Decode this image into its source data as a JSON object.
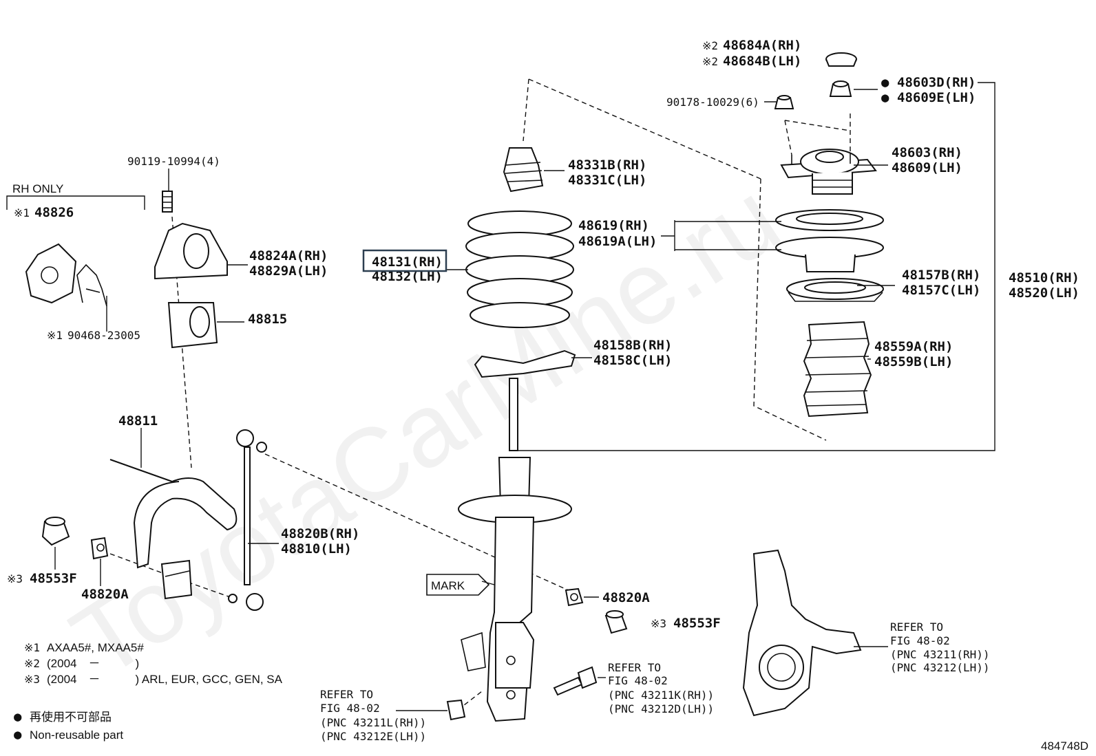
{
  "watermark": "ToyotaCarMine.ru",
  "figure_code": "484748D",
  "callouts": {
    "c_48684": {
      "mark": "※2",
      "lines": [
        "48684A(RH)",
        "48684B(LH)"
      ]
    },
    "c_48603D": {
      "mark": "●",
      "lines": [
        "48603D(RH)",
        "48609E(LH)"
      ]
    },
    "c_90178": {
      "mark": "",
      "lines": [
        "90178-10029(6)"
      ]
    },
    "c_48603": {
      "mark": "",
      "lines": [
        "48603(RH)",
        "48609(LH)"
      ]
    },
    "c_48331": {
      "mark": "",
      "lines": [
        "48331B(RH)",
        "48331C(LH)"
      ]
    },
    "c_48619": {
      "mark": "",
      "lines": [
        "48619(RH)",
        "48619A(LH)"
      ]
    },
    "c_48131": {
      "mark": "",
      "lines": [
        "48131(RH)",
        "48132(LH)"
      ],
      "highlighted": true
    },
    "c_48157": {
      "mark": "",
      "lines": [
        "48157B(RH)",
        "48157C(LH)"
      ]
    },
    "c_48510": {
      "mark": "",
      "lines": [
        "48510(RH)",
        "48520(LH)"
      ]
    },
    "c_48158": {
      "mark": "",
      "lines": [
        "48158B(RH)",
        "48158C(LH)"
      ]
    },
    "c_48559": {
      "mark": "",
      "lines": [
        "48559A(RH)",
        "48559B(LH)"
      ]
    },
    "c_90119": {
      "mark": "",
      "lines": [
        "90119-10994(4)"
      ]
    },
    "c_48824": {
      "mark": "",
      "lines": [
        "48824A(RH)",
        "48829A(LH)"
      ]
    },
    "c_48815": {
      "mark": "",
      "lines": [
        "48815"
      ]
    },
    "c_48811": {
      "mark": "",
      "lines": [
        "48811"
      ]
    },
    "c_48820B": {
      "mark": "",
      "lines": [
        "48820B(RH)",
        "48810(LH)"
      ]
    },
    "c_48553F_left": {
      "mark": "※3",
      "lines": [
        "48553F"
      ]
    },
    "c_48820A_left": {
      "mark": "",
      "lines": [
        "48820A"
      ]
    },
    "c_48820A_right": {
      "mark": "",
      "lines": [
        "48820A"
      ]
    },
    "c_48553F_right": {
      "mark": "※3",
      "lines": [
        "48553F"
      ]
    },
    "c_48826": {
      "mark": "※1",
      "lines": [
        "48826"
      ]
    },
    "c_90468": {
      "mark": "※1",
      "lines": [
        "90468-23005"
      ]
    }
  },
  "group_label": "RH ONLY",
  "mark_tag": "MARK",
  "refs": {
    "ref_knuckle": [
      "REFER TO",
      "FIG 48-02",
      "(PNC 43211(RH))",
      "(PNC 43212(LH))"
    ],
    "ref_bolt": [
      "REFER TO",
      "FIG 48-02",
      "(PNC 43211K(RH))",
      "(PNC 43212D(LH))"
    ],
    "ref_nut": [
      "REFER TO",
      "FIG 48-02",
      "(PNC 43211L(RH))",
      "(PNC 43212E(LH))"
    ]
  },
  "notes": [
    {
      "mark": "※1",
      "text": "AXAA5#, MXAA5#"
    },
    {
      "mark": "※2",
      "text": "(2004　－　　　)"
    },
    {
      "mark": "※3",
      "text": "(2004　－　　　) ARL, EUR, GCC, GEN, SA"
    }
  ],
  "legend": [
    {
      "symbol": "●",
      "text": "再使用不可部品"
    },
    {
      "symbol": "●",
      "text": "Non-reusable part"
    }
  ]
}
